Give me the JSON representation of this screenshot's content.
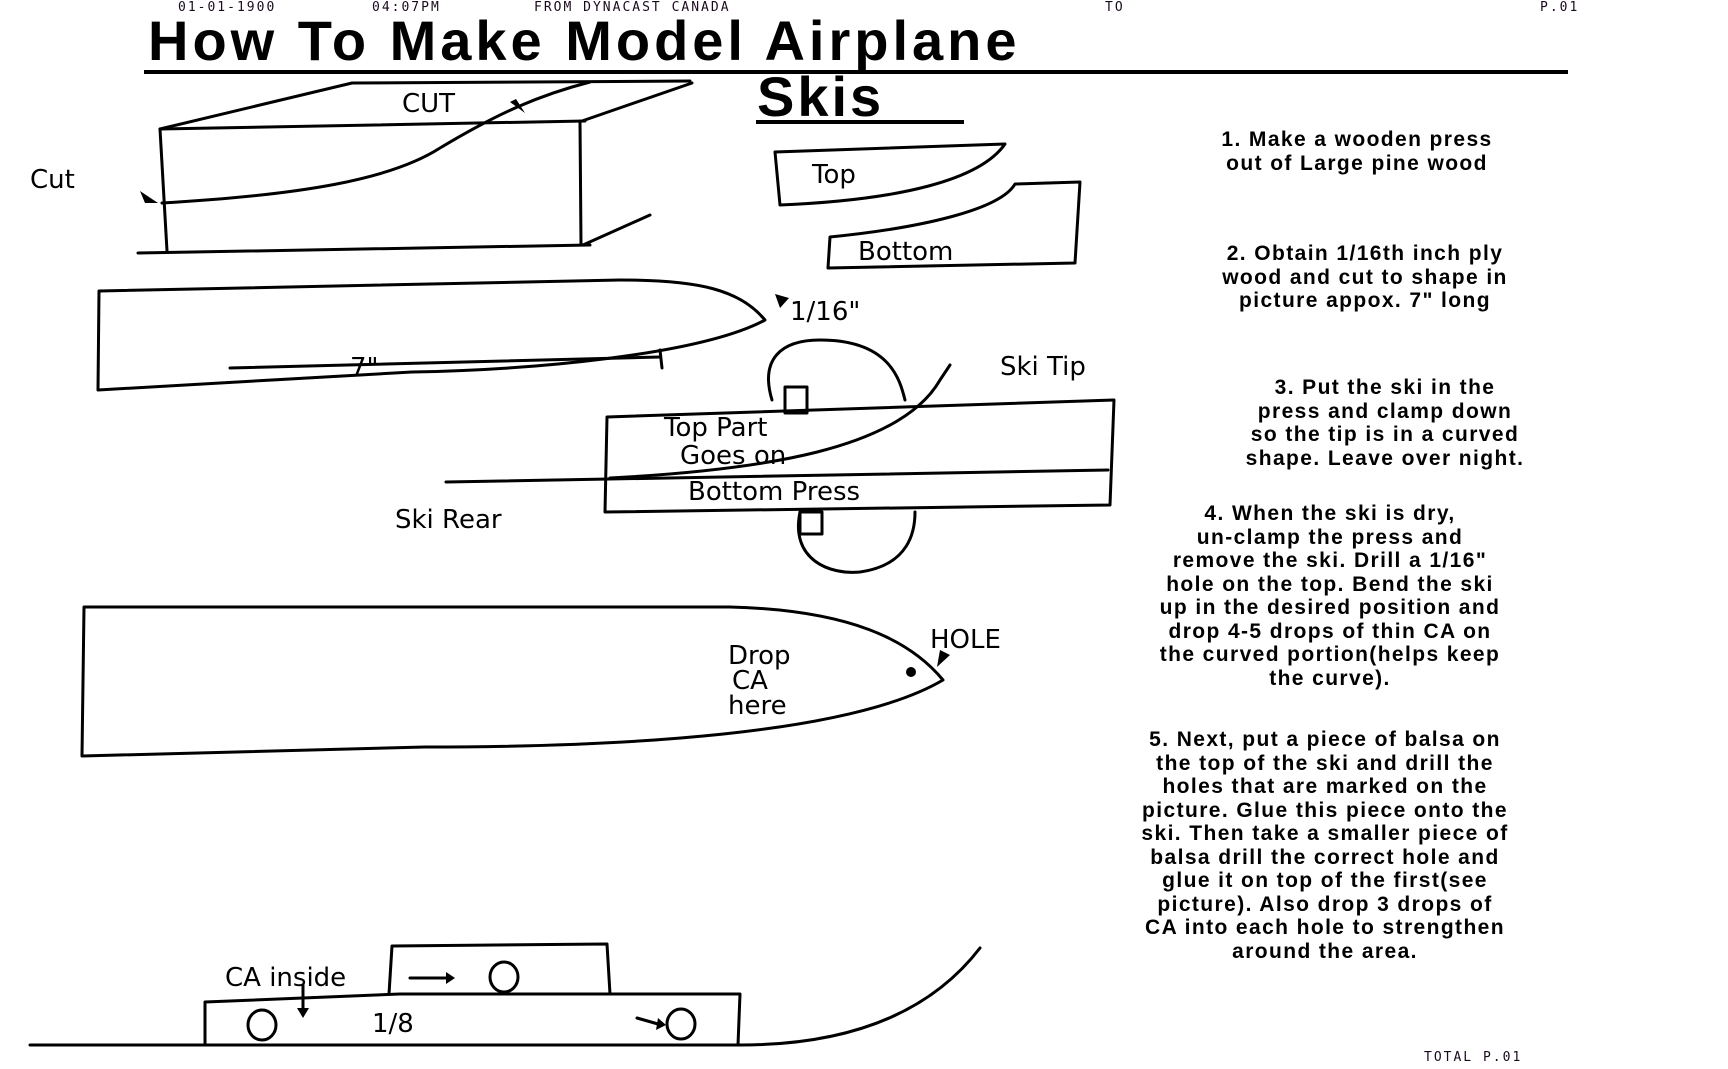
{
  "fax_header": {
    "date": "01-01-1900",
    "time": "04:07PM",
    "from": "FROM DYNACAST CANADA",
    "to": "TO",
    "page": "P.01"
  },
  "title": {
    "line1": "How To Make Model Airplane",
    "line2": "Skis"
  },
  "steps": [
    {
      "number": "1.",
      "lines": [
        "1. Make a wooden press",
        "out of Large pine wood"
      ]
    },
    {
      "number": "2.",
      "lines": [
        "2. Obtain 1/16th inch ply",
        "wood and cut to shape in",
        "picture appox. 7\" long"
      ]
    },
    {
      "number": "3.",
      "lines": [
        "3. Put the ski in the",
        "press and clamp down",
        "so the tip is in a curved",
        "shape. Leave over night."
      ]
    },
    {
      "number": "4.",
      "lines": [
        "4. When the ski is dry,",
        "un-clamp the press and",
        "remove the ski. Drill a 1/16\"",
        "hole on the top. Bend the ski",
        "up in the desired position and",
        "drop 4-5 drops of thin CA on",
        "the curved portion(helps keep",
        "the curve)."
      ]
    },
    {
      "number": "5.",
      "lines": [
        "5. Next, put a piece of balsa on",
        "the top of the ski and drill the",
        "holes that are marked on the",
        "picture. Glue this piece onto the",
        "ski. Then take a smaller piece of",
        "balsa drill the correct hole and",
        "glue it on top of the first(see",
        "picture). Also drop 3 drops of",
        "CA into each hole to strengthen",
        "around the area."
      ]
    }
  ],
  "drawing_labels": {
    "block_cut_top": "CUT",
    "block_cut_side": "Cut",
    "press_top": "Top",
    "press_bottom": "Bottom",
    "ski_thickness": "1/16\"",
    "ski_length": "7\"",
    "ski_tip": "Ski Tip",
    "ski_rear": "Ski Rear",
    "press_top_part_1": "Top Part",
    "press_top_part_2": "Goes on",
    "press_bottom_label": "Bottom Press",
    "hole": "HOLE",
    "drop_ca_1": "Drop",
    "drop_ca_2": "CA",
    "drop_ca_3": "here",
    "ca_inside": "CA inside",
    "balsa_thickness": "1/8"
  },
  "footer": {
    "total": "TOTAL P.01"
  },
  "colors": {
    "ink": "#000000",
    "fax_ink": "#1a0a1e",
    "paper": "#ffffff"
  }
}
